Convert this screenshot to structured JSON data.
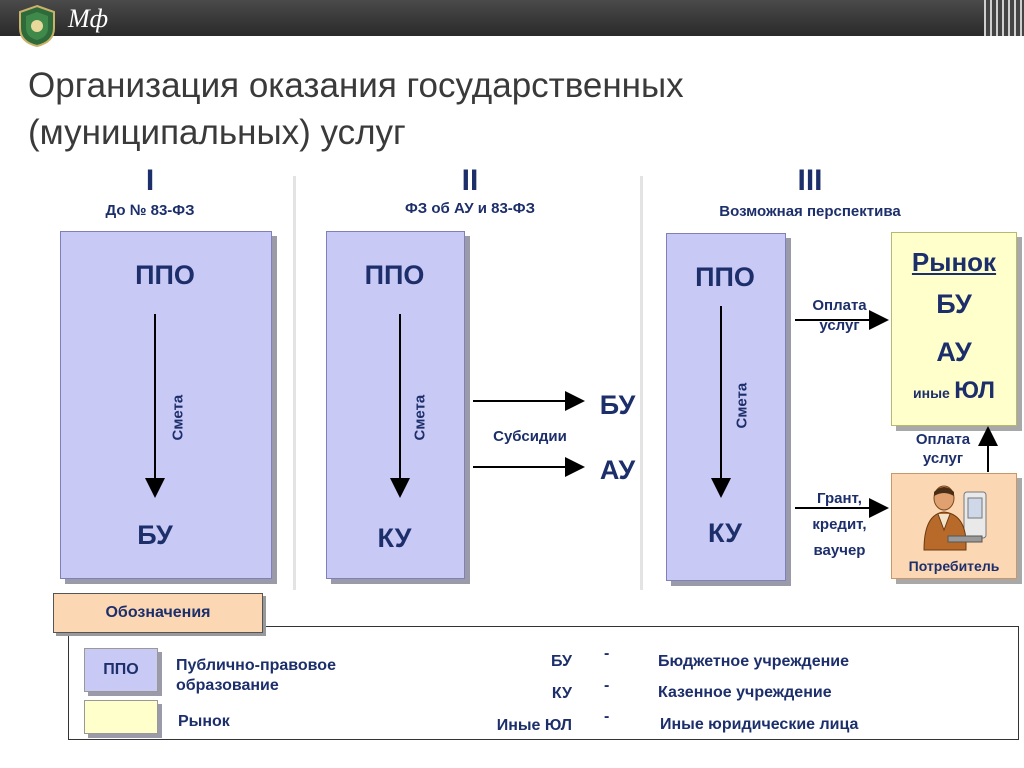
{
  "header": {
    "logo_text": "Мф"
  },
  "title": "Организация оказания государственных (муниципальных) услуг",
  "sections": [
    {
      "numeral": "I",
      "subtitle": "До № 83-ФЗ",
      "top": "ППО",
      "flow": "Смета",
      "bottom": "БУ"
    },
    {
      "numeral": "II",
      "subtitle": "ФЗ об АУ и 83-ФЗ",
      "top": "ППО",
      "flow": "Смета",
      "bottom": "КУ",
      "side_label": "Субсидии",
      "side_targets": [
        "БУ",
        "АУ"
      ]
    },
    {
      "numeral": "III",
      "subtitle": "Возможная перспектива",
      "top": "ППО",
      "flow": "Смета",
      "bottom": "КУ"
    }
  ],
  "market_box": {
    "title": "Рынок",
    "items": [
      "БУ",
      "АУ"
    ],
    "other_prefix": "иные",
    "other": "ЮЛ"
  },
  "consumer_box": {
    "label": "Потребитель",
    "icon": "consumer-at-computer-icon"
  },
  "flows": {
    "pay_top": [
      "Оплата",
      "услуг"
    ],
    "pay_right": [
      "Оплата",
      "услуг"
    ],
    "grant": [
      "Грант,",
      "кредит,",
      "ваучер"
    ]
  },
  "legend": {
    "title": "Обозначения",
    "swatch_ppo_label": "ППО",
    "ppo_text": [
      "Публично-правовое",
      "образование"
    ],
    "market_text": "Рынок",
    "abbr": [
      {
        "code": "БУ",
        "dash": "-",
        "meaning": "Бюджетное учреждение"
      },
      {
        "code": "КУ",
        "dash": "-",
        "meaning": "Казенное учреждение"
      },
      {
        "code": "Иные ЮЛ",
        "dash": "-",
        "meaning": "Иные юридические лица"
      }
    ]
  },
  "colors": {
    "ppo_fill": "#c9c9f5",
    "market_fill": "#ffffcc",
    "consumer_fill": "#fcd7b4",
    "text": "#1d2f6b"
  }
}
